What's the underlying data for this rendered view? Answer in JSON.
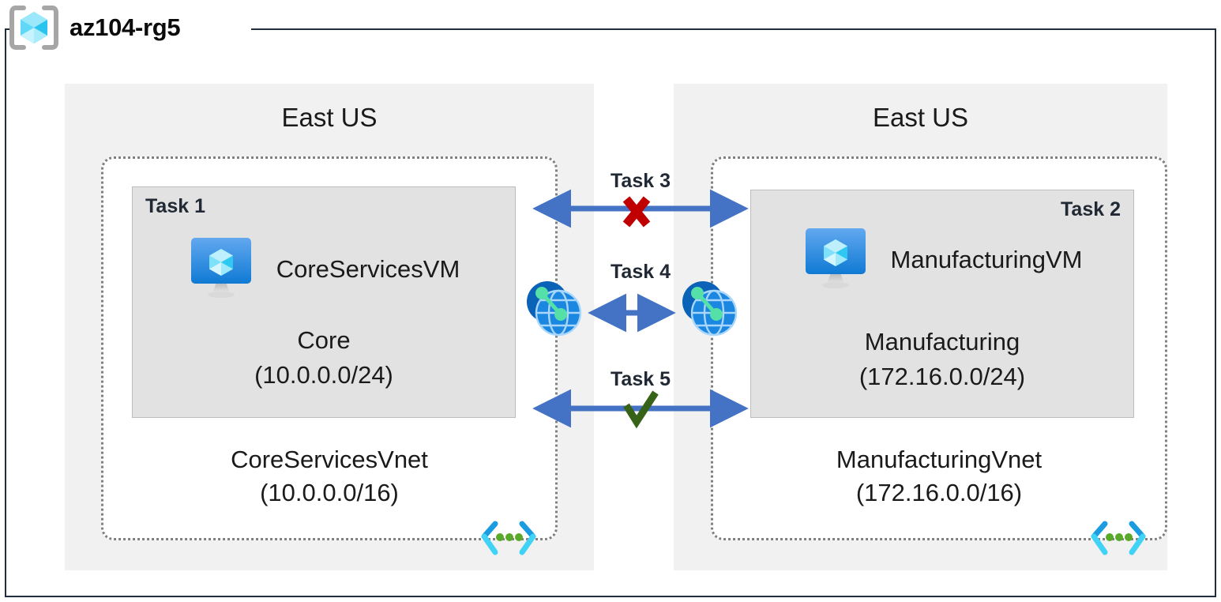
{
  "resource_group": {
    "name": "az104-rg5",
    "icon": "azure-resource-group-cube-icon"
  },
  "regions": [
    {
      "id": "left",
      "title": "East US"
    },
    {
      "id": "right",
      "title": "East US"
    }
  ],
  "vnets": [
    {
      "id": "left",
      "name": "CoreServicesVnet",
      "address_space": "(10.0.0.0/16)",
      "icon": "virtual-network-icon",
      "subnet": {
        "task_tag": "Task 1",
        "task_tag_align": "left",
        "vm_name": "CoreServicesVM",
        "vm_icon": "virtual-machine-icon",
        "subnet_name": "Core",
        "subnet_range": "(10.0.0.0/24)"
      }
    },
    {
      "id": "right",
      "name": "ManufacturingVnet",
      "address_space": "(172.16.0.0/16)",
      "icon": "virtual-network-icon",
      "subnet": {
        "task_tag": "Task 2",
        "task_tag_align": "right",
        "vm_name": "ManufacturingVM",
        "vm_icon": "virtual-machine-icon",
        "subnet_name": "Manufacturing",
        "subnet_range": "(172.16.0.0/24)"
      }
    }
  ],
  "connections": [
    {
      "id": "task3",
      "label": "Task 3",
      "status": "blocked",
      "marker": "red-x-icon",
      "marker_color": "#c00000"
    },
    {
      "id": "task4",
      "label": "Task 4",
      "status": "peering",
      "marker": "peering-icon",
      "marker_color": "#0078d4"
    },
    {
      "id": "task5",
      "label": "Task 5",
      "status": "allowed",
      "marker": "green-check-icon",
      "marker_color": "#376318"
    }
  ],
  "colors": {
    "frame_border": "#1f2d3d",
    "region_fill": "#f1f1f1",
    "vnet_border": "#808080",
    "subnet_fill": "#e2e2e2",
    "subnet_border": "#bdbdbd",
    "arrow": "#4472c4",
    "text": "#1a1a1a",
    "task_text": "#212934",
    "vm_icon_blue": "#2c8ae8",
    "vnet_glyph_blue": "#1b9be0",
    "vnet_glyph_cyan": "#40d3f5",
    "vnet_glyph_dot": "#5aaa2a"
  }
}
